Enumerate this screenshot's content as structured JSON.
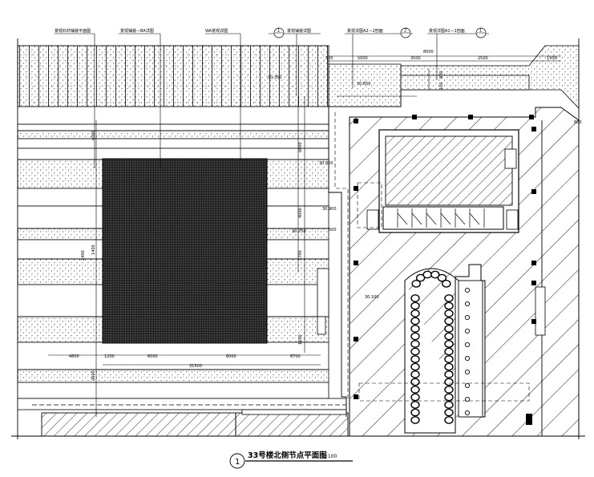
{
  "drawing": {
    "title": "33号楼北侧节点平面图",
    "scale": "1:100",
    "index_number": "1"
  },
  "callouts": [
    {
      "id": "c1",
      "text": "景观石材铺装平面图"
    },
    {
      "id": "c2",
      "text": "景观铺装—BA详图"
    },
    {
      "id": "c3",
      "text": "WA景观详图"
    },
    {
      "id": "c4",
      "text": "景观铺装详图",
      "ref": "1"
    },
    {
      "id": "c5",
      "text": "景观详图A2—2剖面",
      "ref": "2"
    },
    {
      "id": "c6",
      "text": "景观详图A1—1剖面",
      "ref": "1"
    }
  ],
  "dimensions_top": [
    "500",
    "5000",
    "3500",
    "8000",
    "2500",
    "1500"
  ],
  "dimensions_bottom": [
    "4800",
    "1200",
    "6000",
    "6000",
    "8700",
    "31500"
  ],
  "dimensions_vertical": [
    "4000",
    "6000",
    "4000",
    "1400",
    "2400",
    "2700",
    "1600",
    "3600",
    "100",
    "800"
  ],
  "levels": [
    "30.350",
    "30.800",
    "30.850",
    "30.900",
    "30.750",
    "30.100"
  ],
  "misc_labels": [
    "500",
    "800"
  ]
}
